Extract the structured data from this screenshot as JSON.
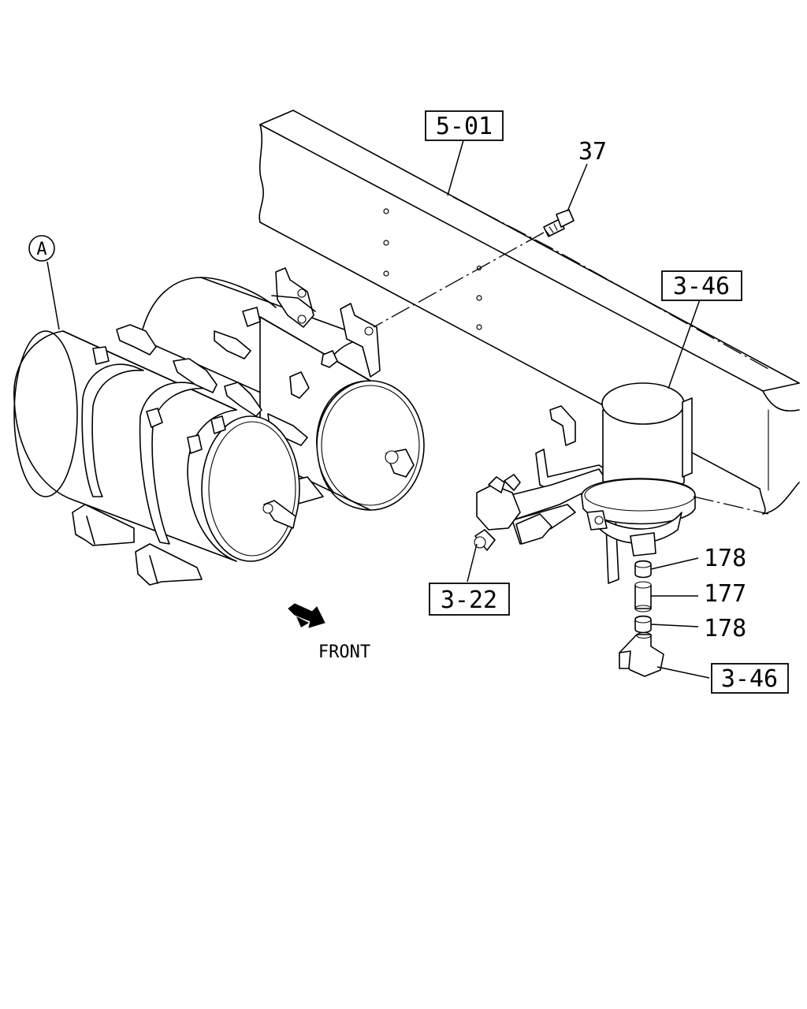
{
  "diagram": {
    "callouts": {
      "frame_ref": "5-01",
      "bolt": "37",
      "dryer_ref_top": "3-46",
      "dryer_ref_bottom": "3-46",
      "valve_ref": "3-22",
      "clamp_upper": "178",
      "hose": "177",
      "clamp_lower": "178",
      "detail_marker": "A"
    },
    "direction_label": "FRONT"
  }
}
